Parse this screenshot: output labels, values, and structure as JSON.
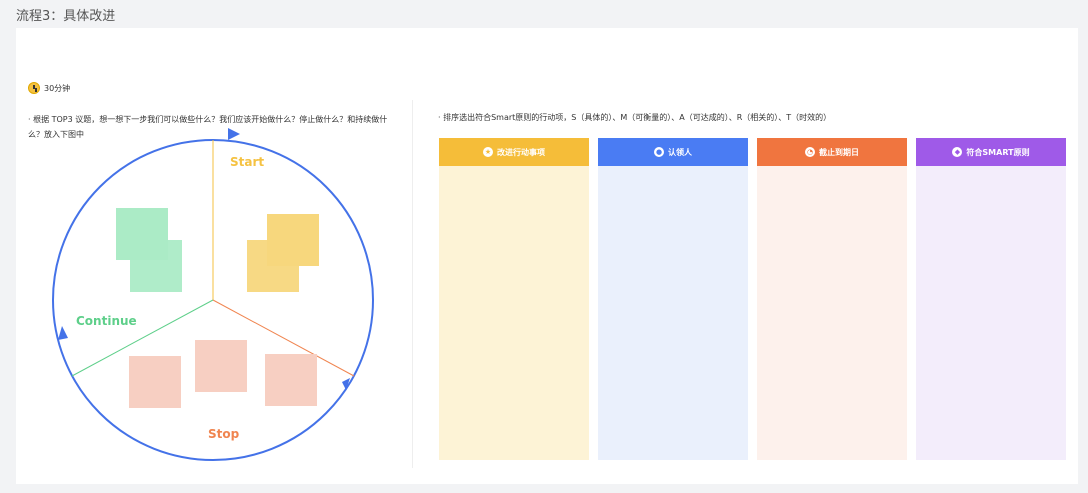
{
  "page_title": "流程3：具体改进",
  "timer": {
    "label": "30分钟"
  },
  "left_instruction": "· 根据 TOP3 议题，想一想下一步我们可以做些什么？我们应该开始做什么？停止做什么？和持续做什么？放入下图中",
  "right_instruction": "· 排序选出符合Smart原则的行动项，S（具体的）、M（可衡量的）、A（可达成的）、R（相关的）、T（时效的）",
  "diagram": {
    "start_label": "Start",
    "continue_label": "Continue",
    "stop_label": "Stop",
    "colors": {
      "circle": "#4472e8",
      "start": "#f5c242",
      "continue": "#5ecf8a",
      "stop": "#f08550",
      "sticky_green": "#abebc6",
      "sticky_yellow": "#f7d77d",
      "sticky_pink": "#f7cfc2"
    }
  },
  "columns": [
    {
      "title": "改进行动事项",
      "icon": "star-icon",
      "head_color": "#f5bd39",
      "body_color": "#fdf3d6"
    },
    {
      "title": "认领人",
      "icon": "person-icon",
      "head_color": "#4a7cf3",
      "body_color": "#eaf0fc"
    },
    {
      "title": "截止到期日",
      "icon": "clock-icon",
      "head_color": "#f0753f",
      "body_color": "#fdf1ec"
    },
    {
      "title": "符合SMART原则",
      "icon": "diamond-icon",
      "head_color": "#9f5ae8",
      "body_color": "#f3edfb"
    }
  ]
}
